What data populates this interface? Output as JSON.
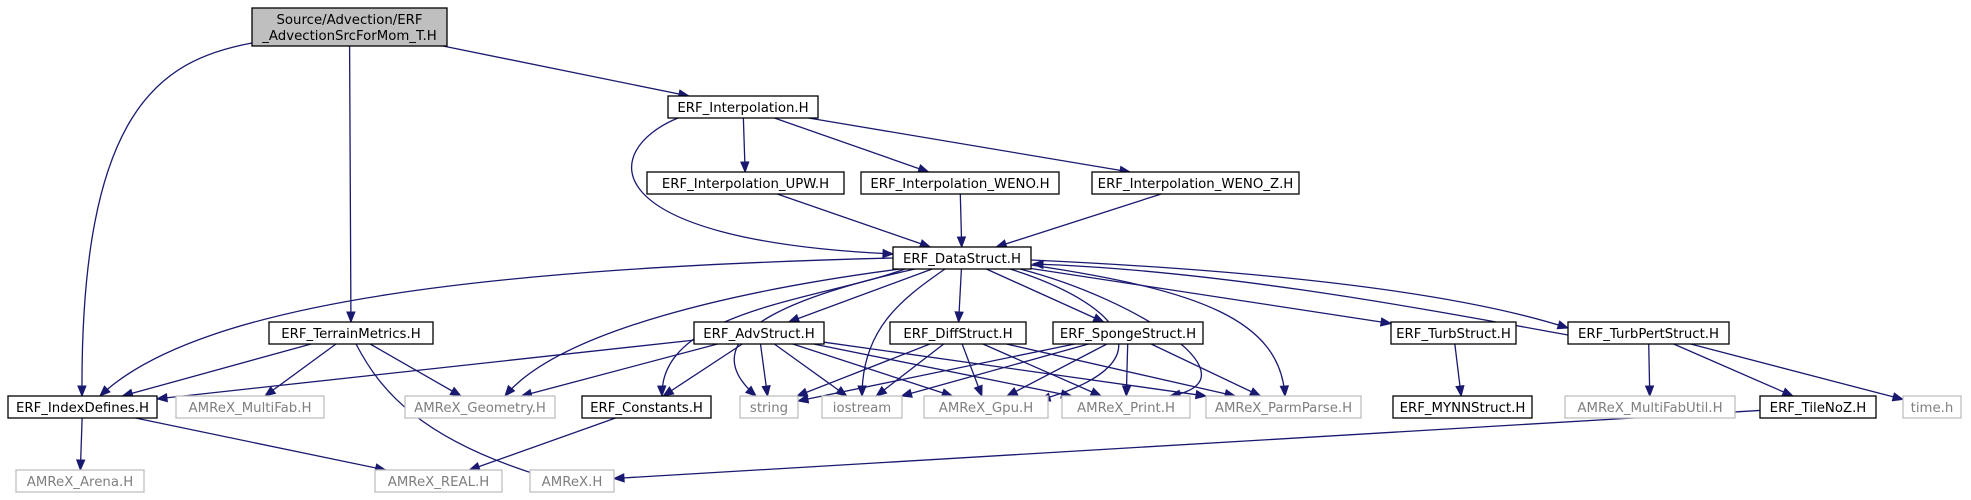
{
  "graph": {
    "title": "",
    "colors": {
      "edge": "#191970",
      "root_fill": "#bfbfbf",
      "root_stroke": "#000000",
      "node_fill": "#ffffff",
      "node_stroke": "#000000",
      "external_stroke": "#bfbfbf",
      "external_text": "#7f7f7f",
      "text": "#000000"
    },
    "nodes": [
      {
        "id": "root",
        "label": "Source/Advection/ERF\n_AdvectionSrcForMom_T.H",
        "kind": "root"
      },
      {
        "id": "interp",
        "label": "ERF_Interpolation.H",
        "kind": "file"
      },
      {
        "id": "interp_upw",
        "label": "ERF_Interpolation_UPW.H",
        "kind": "file"
      },
      {
        "id": "interp_weno",
        "label": "ERF_Interpolation_WENO.H",
        "kind": "file"
      },
      {
        "id": "interp_wenoz",
        "label": "ERF_Interpolation_WENO_Z.H",
        "kind": "file"
      },
      {
        "id": "datastruct",
        "label": "ERF_DataStruct.H",
        "kind": "file"
      },
      {
        "id": "terrain",
        "label": "ERF_TerrainMetrics.H",
        "kind": "file"
      },
      {
        "id": "advstruct",
        "label": "ERF_AdvStruct.H",
        "kind": "file"
      },
      {
        "id": "diffstruct",
        "label": "ERF_DiffStruct.H",
        "kind": "file"
      },
      {
        "id": "spongestruct",
        "label": "ERF_SpongeStruct.H",
        "kind": "file"
      },
      {
        "id": "turbstruct",
        "label": "ERF_TurbStruct.H",
        "kind": "file"
      },
      {
        "id": "turbpert",
        "label": "ERF_TurbPertStruct.H",
        "kind": "file"
      },
      {
        "id": "indexdefines",
        "label": "ERF_IndexDefines.H",
        "kind": "file"
      },
      {
        "id": "multifab",
        "label": "AMReX_MultiFab.H",
        "kind": "external"
      },
      {
        "id": "geometry",
        "label": "AMReX_Geometry.H",
        "kind": "external"
      },
      {
        "id": "constants",
        "label": "ERF_Constants.H",
        "kind": "file"
      },
      {
        "id": "string",
        "label": "string",
        "kind": "external"
      },
      {
        "id": "iostream",
        "label": "iostream",
        "kind": "external"
      },
      {
        "id": "gpu",
        "label": "AMReX_Gpu.H",
        "kind": "external"
      },
      {
        "id": "print",
        "label": "AMReX_Print.H",
        "kind": "external"
      },
      {
        "id": "parmparse",
        "label": "AMReX_ParmParse.H",
        "kind": "external"
      },
      {
        "id": "mynn",
        "label": "ERF_MYNNStruct.H",
        "kind": "file"
      },
      {
        "id": "multifabutil",
        "label": "AMReX_MultiFabUtil.H",
        "kind": "external"
      },
      {
        "id": "tilenoz",
        "label": "ERF_TileNoZ.H",
        "kind": "file"
      },
      {
        "id": "timeh",
        "label": "time.h",
        "kind": "external"
      },
      {
        "id": "arena",
        "label": "AMReX_Arena.H",
        "kind": "external"
      },
      {
        "id": "real",
        "label": "AMReX_REAL.H",
        "kind": "external"
      },
      {
        "id": "amrex",
        "label": "AMReX.H",
        "kind": "external"
      }
    ],
    "edges": [
      {
        "from": "root",
        "to": "interp"
      },
      {
        "from": "root",
        "to": "terrain"
      },
      {
        "from": "root",
        "to": "indexdefines"
      },
      {
        "from": "interp",
        "to": "interp_upw"
      },
      {
        "from": "interp",
        "to": "interp_weno"
      },
      {
        "from": "interp",
        "to": "interp_wenoz"
      },
      {
        "from": "interp",
        "to": "datastruct"
      },
      {
        "from": "interp_upw",
        "to": "datastruct"
      },
      {
        "from": "interp_weno",
        "to": "datastruct"
      },
      {
        "from": "interp_wenoz",
        "to": "datastruct"
      },
      {
        "from": "datastruct",
        "to": "indexdefines"
      },
      {
        "from": "datastruct",
        "to": "geometry"
      },
      {
        "from": "datastruct",
        "to": "constants"
      },
      {
        "from": "datastruct",
        "to": "string"
      },
      {
        "from": "datastruct",
        "to": "advstruct"
      },
      {
        "from": "datastruct",
        "to": "iostream"
      },
      {
        "from": "datastruct",
        "to": "diffstruct"
      },
      {
        "from": "datastruct",
        "to": "spongestruct"
      },
      {
        "from": "datastruct",
        "to": "gpu"
      },
      {
        "from": "datastruct",
        "to": "print"
      },
      {
        "from": "datastruct",
        "to": "parmparse"
      },
      {
        "from": "datastruct",
        "to": "turbstruct"
      },
      {
        "from": "datastruct",
        "to": "turbpert"
      },
      {
        "from": "turbpert",
        "to": "datastruct"
      },
      {
        "from": "terrain",
        "to": "indexdefines"
      },
      {
        "from": "terrain",
        "to": "multifab"
      },
      {
        "from": "terrain",
        "to": "geometry"
      },
      {
        "from": "terrain",
        "to": "amrex"
      },
      {
        "from": "advstruct",
        "to": "indexdefines"
      },
      {
        "from": "advstruct",
        "to": "geometry"
      },
      {
        "from": "advstruct",
        "to": "constants"
      },
      {
        "from": "advstruct",
        "to": "string"
      },
      {
        "from": "advstruct",
        "to": "iostream"
      },
      {
        "from": "advstruct",
        "to": "gpu"
      },
      {
        "from": "advstruct",
        "to": "print"
      },
      {
        "from": "advstruct",
        "to": "parmparse"
      },
      {
        "from": "diffstruct",
        "to": "string"
      },
      {
        "from": "diffstruct",
        "to": "iostream"
      },
      {
        "from": "diffstruct",
        "to": "gpu"
      },
      {
        "from": "diffstruct",
        "to": "print"
      },
      {
        "from": "diffstruct",
        "to": "parmparse"
      },
      {
        "from": "spongestruct",
        "to": "string"
      },
      {
        "from": "spongestruct",
        "to": "iostream"
      },
      {
        "from": "spongestruct",
        "to": "gpu"
      },
      {
        "from": "spongestruct",
        "to": "print"
      },
      {
        "from": "spongestruct",
        "to": "parmparse"
      },
      {
        "from": "turbstruct",
        "to": "mynn"
      },
      {
        "from": "turbpert",
        "to": "multifabutil"
      },
      {
        "from": "turbpert",
        "to": "tilenoz"
      },
      {
        "from": "turbpert",
        "to": "timeh"
      },
      {
        "from": "tilenoz",
        "to": "amrex"
      },
      {
        "from": "indexdefines",
        "to": "arena"
      },
      {
        "from": "indexdefines",
        "to": "real"
      },
      {
        "from": "constants",
        "to": "real"
      }
    ]
  }
}
